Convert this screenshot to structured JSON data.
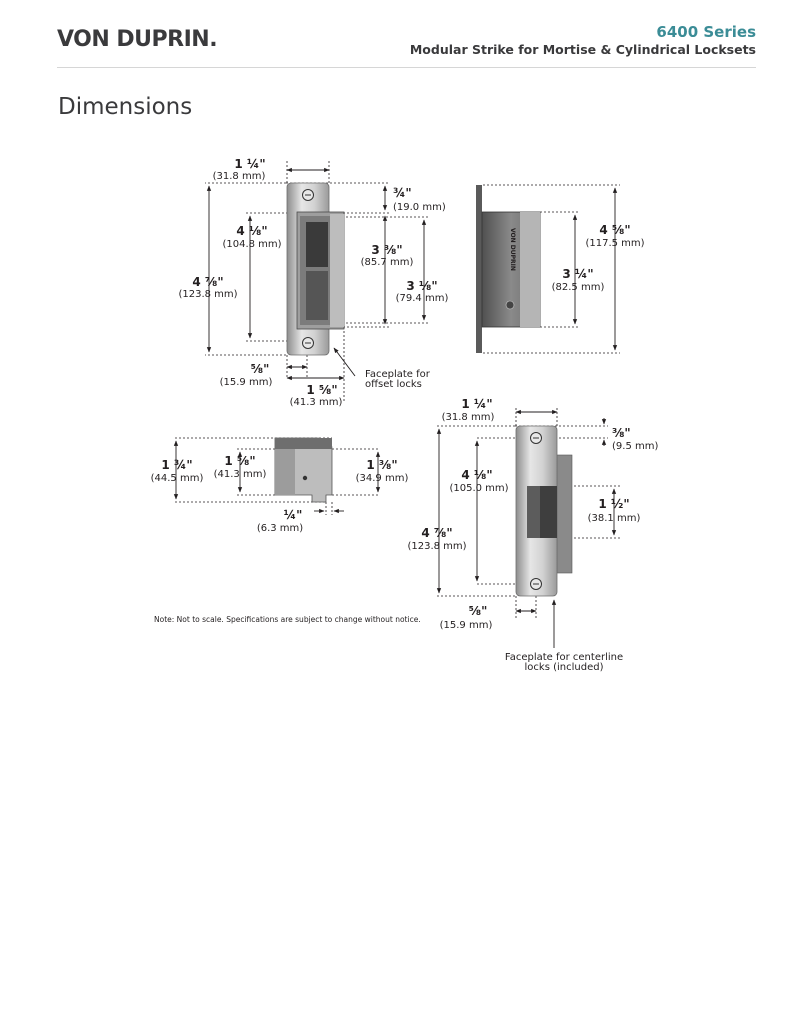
{
  "header": {
    "brand": "VON DUPRIN.",
    "series": "6400 Series",
    "subtitle": "Modular Strike for Mortise & Cylindrical Locksets"
  },
  "section_title": "Dimensions",
  "view1": {
    "top_width": "1 ¼\"",
    "top_width_mm": "(31.8 mm)",
    "top_offset": "¾\"",
    "top_offset_mm": "(19.0 mm)",
    "inner_height": "4 ⅛\"",
    "inner_height_mm": "(104.8 mm)",
    "body_height": "3 ⅜\"",
    "body_height_mm": "(85.7 mm)",
    "opening": "3 ⅛\"",
    "opening_mm": "(79.4 mm)",
    "total_height": "4 ⅞\"",
    "total_height_mm": "(123.8 mm)",
    "bottom_offset": "⅝\"",
    "bottom_offset_mm": "(15.9 mm)",
    "bottom_width": "1 ⅝\"",
    "bottom_width_mm": "(41.3 mm)",
    "callout_line1": "Faceplate for",
    "callout_line2": "offset locks"
  },
  "view2": {
    "total_height": "4 ⅝\"",
    "total_height_mm": "(117.5 mm)",
    "body_height": "3 ¼\"",
    "body_height_mm": "(82.5 mm)",
    "body_label": "VON DUPRIN"
  },
  "view3": {
    "overall_depth": "1 ¾\"",
    "overall_depth_mm": "(44.5 mm)",
    "body_depth": "1 ⅝\"",
    "body_depth_mm": "(41.3 mm)",
    "side_depth": "1 ⅜\"",
    "side_depth_mm": "(34.9 mm)",
    "lip": "¼\"",
    "lip_mm": "(6.3 mm)"
  },
  "view4": {
    "top_width": "1 ¼\"",
    "top_width_mm": "(31.8 mm)",
    "top_offset": "⅜\"",
    "top_offset_mm": "(9.5 mm)",
    "inner_height": "4 ⅛\"",
    "inner_height_mm": "(105.0 mm)",
    "opening": "1 ½\"",
    "opening_mm": "(38.1 mm)",
    "total_height": "4 ⅞\"",
    "total_height_mm": "(123.8 mm)",
    "bottom_offset": "⅝\"",
    "bottom_offset_mm": "(15.9 mm)",
    "callout_line1": "Faceplate for centerline",
    "callout_line2": "locks (included)"
  },
  "note": "Note:  Not to scale. Specifications are subject to change without notice."
}
